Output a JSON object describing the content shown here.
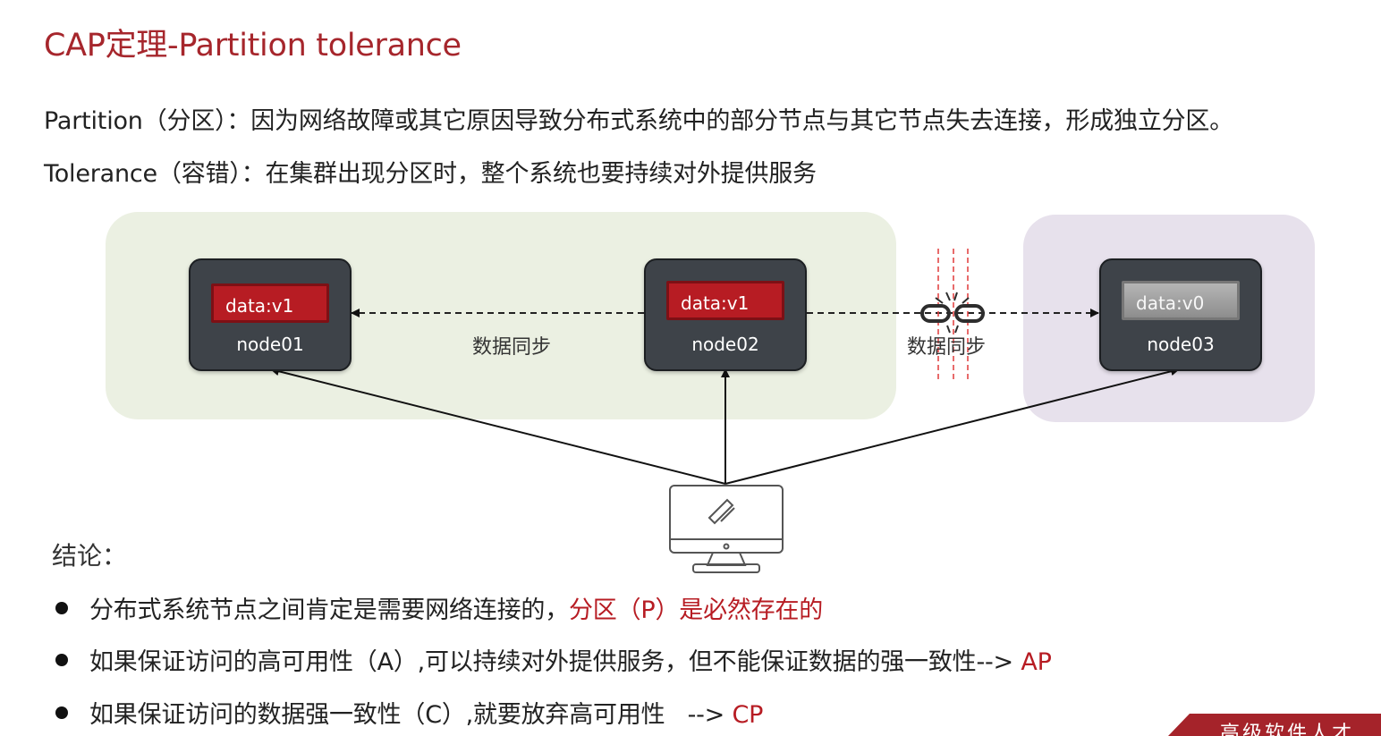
{
  "title": "CAP定理-Partition tolerance",
  "definitions": {
    "partition": "Partition（分区）：因为网络故障或其它原因导致分布式系统中的部分节点与其它节点失去连接，形成独立分区。",
    "tolerance": "Tolerance（容错）：在集群出现分区时，整个系统也要持续对外提供服务"
  },
  "diagram": {
    "nodes": [
      {
        "name": "node01",
        "data": "data:v1",
        "state": "synced"
      },
      {
        "name": "node02",
        "data": "data:v1",
        "state": "synced"
      },
      {
        "name": "node03",
        "data": "data:v0",
        "state": "stale"
      }
    ],
    "sync_label_left": "数据同步",
    "sync_label_right": "数据同步",
    "partition_icon": "broken-link-icon",
    "client_icon": "computer-monitor-icon"
  },
  "conclusion": {
    "heading": "结论：",
    "bullets": [
      {
        "text": "分布式系统节点之间肯定是需要网络连接的，",
        "highlight": "分区（P）是必然存在的"
      },
      {
        "text": "如果保证访问的高可用性（A）,可以持续对外提供服务，但不能保证数据的强一致性-->  ",
        "highlight": "AP"
      },
      {
        "text": "如果保证访问的数据强一致性（C）,就要放弃高可用性   --> ",
        "highlight": "CP"
      }
    ]
  },
  "banner": "高级软件人才",
  "colors": {
    "accent": "#a6262c",
    "synced_data": "#b71c23",
    "stale_data": "#9e9e9e",
    "zone_main": "#ebf0e2",
    "zone_partition": "#e7e1ec",
    "node_body": "#3e4349"
  }
}
